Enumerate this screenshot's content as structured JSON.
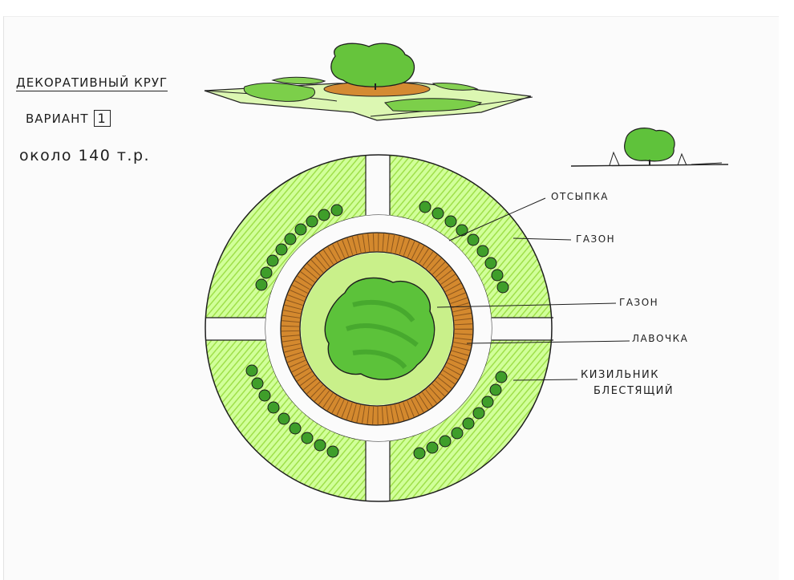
{
  "sheet": {
    "title": "ДЕКОРАТИВНЫЙ КРУГ",
    "variant_label": "ВАРИАНТ",
    "variant_number": "1",
    "price": "около 140 т.р."
  },
  "labels": {
    "otsypka": "ОТСЫПКА",
    "gazon_outer": "ГАЗОН",
    "gazon_inner": "ГАЗОН",
    "lavochka": "ЛАВОЧКА",
    "kizilnik_line1": "КИЗИЛЬНИК",
    "kizilnik_line2": "БЛЕСТЯЩИЙ"
  },
  "colors": {
    "lawn_light": "#c9f08a",
    "lawn_mid": "#a6e25a",
    "tree_green": "#5cc23a",
    "tree_dark": "#3f9e2a",
    "bench_orange": "#d4892e",
    "ink": "#1e1e1e"
  }
}
